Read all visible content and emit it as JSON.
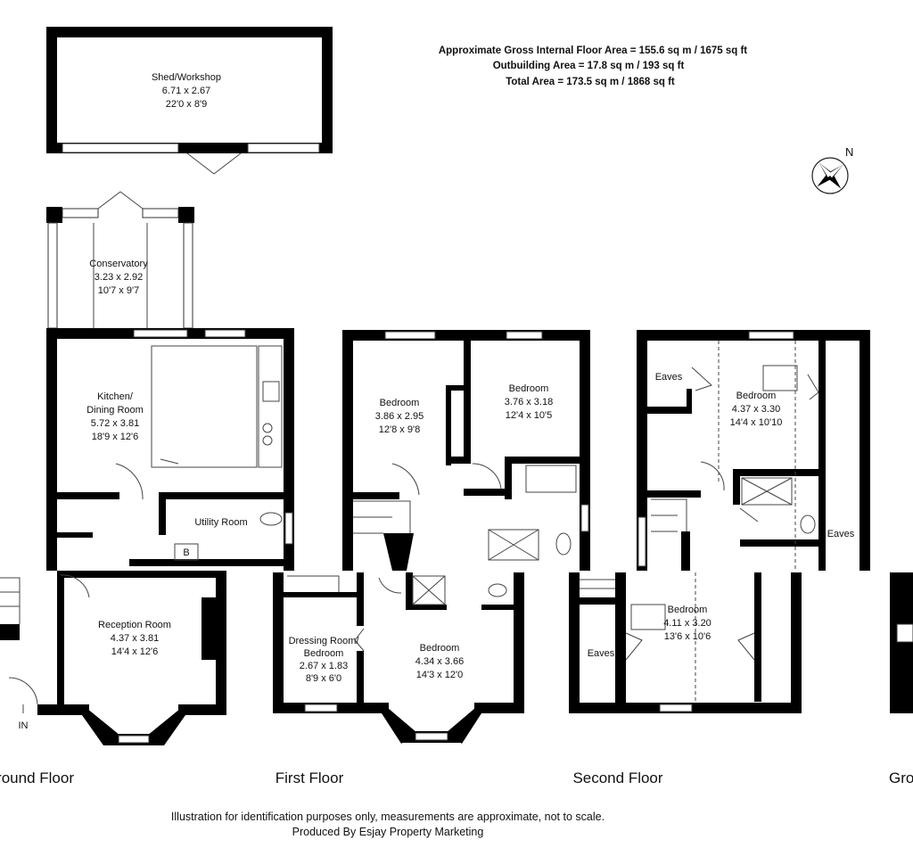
{
  "areas": {
    "gross": "Approximate Gross Internal Floor Area = 155.6 sq m / 1675 sq ft",
    "outbuilding": "Outbuilding Area = 17.8 sq m / 193 sq ft",
    "total": "Total  Area = 173.5 sq m / 1868 sq ft"
  },
  "compass": {
    "label": "N"
  },
  "rooms": {
    "shed": {
      "name": "Shed/Workshop",
      "metric": "6.71 x 2.67",
      "imperial": "22'0 x 8'9"
    },
    "conservatory": {
      "name": "Conservatory",
      "metric": "3.23 x 2.92",
      "imperial": "10'7 x 9'7"
    },
    "kitchen": {
      "name1": "Kitchen/",
      "name2": "Dining Room",
      "metric": "5.72 x 3.81",
      "imperial": "18'9 x 12'6"
    },
    "utility": {
      "name": "Utility Room",
      "boiler": "B"
    },
    "reception": {
      "name": "Reception Room",
      "metric": "4.37 x 3.81",
      "imperial": "14'4 x 12'6"
    },
    "entrance": {
      "label": "IN"
    },
    "ff_bed1": {
      "name": "Bedroom",
      "metric": "3.86 x 2.95",
      "imperial": "12'8 x 9'8"
    },
    "ff_bed2": {
      "name": "Bedroom",
      "metric": "3.76 x 3.18",
      "imperial": "12'4 x 10'5"
    },
    "dressing": {
      "name1": "Dressing Room/",
      "name2": "Bedroom",
      "metric": "2.67 x 1.83",
      "imperial": "8'9 x 6'0"
    },
    "ff_bed3": {
      "name": "Bedroom",
      "metric": "4.34 x 3.66",
      "imperial": "14'3 x 12'0"
    },
    "sf_bed1": {
      "name": "Bedroom",
      "metric": "4.37 x 3.30",
      "imperial": "14'4 x 10'10"
    },
    "sf_bed2": {
      "name": "Bedroom",
      "metric": "4.11 x 3.20",
      "imperial": "13'6 x 10'6"
    },
    "eaves": {
      "label": "Eaves"
    }
  },
  "floors": {
    "ground": "Ground Floor",
    "first": "First Floor",
    "second": "Second Floor",
    "ground_partial": "Gro"
  },
  "footer": {
    "line1": "Illustration for identification purposes only, measurements are approximate, not to scale.",
    "line2": "Produced By Esjay Property Marketing"
  }
}
